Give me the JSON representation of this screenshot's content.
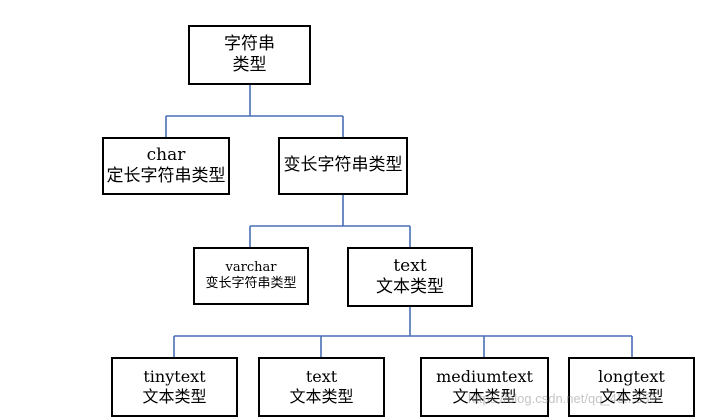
{
  "colors": {
    "connector": "#4a6fb5",
    "border": "#000000",
    "background": "#ffffff"
  },
  "nodes": {
    "root": {
      "line1": "字符串",
      "line2": "类型"
    },
    "char": {
      "line1": "char",
      "line2": "定长字符串类型"
    },
    "variable": {
      "line1": "变长字符串类型"
    },
    "varchar": {
      "line1": "varchar",
      "line2": "变长字符串类型"
    },
    "text": {
      "line1": "text",
      "line2": "文本类型"
    },
    "tinytext": {
      "line1": "tinytext",
      "line2": "文本类型"
    },
    "text2": {
      "line1": "text",
      "line2": "文本类型"
    },
    "mediumtext": {
      "line1": "mediumtext",
      "line2": "文本类型"
    },
    "longtext": {
      "line1": "longtext",
      "line2": "文本类型"
    }
  },
  "watermark": "https://blog.csdn.net/qq_43...559"
}
